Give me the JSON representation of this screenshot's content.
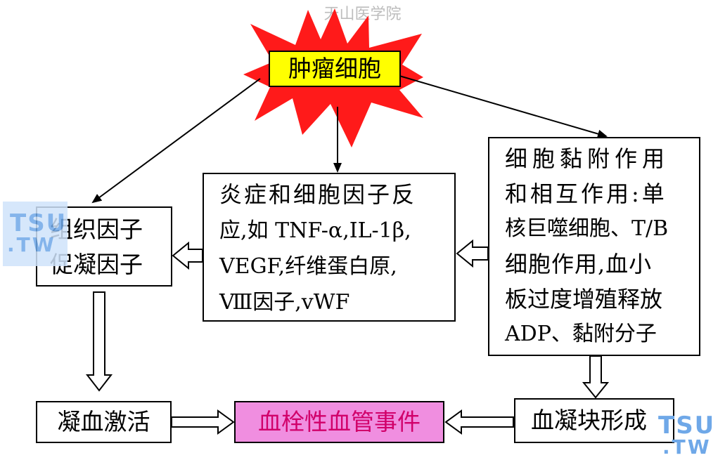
{
  "watermark_top": "天山医学院",
  "logo": {
    "line1": "TSU",
    "line2": ".TW"
  },
  "nodes": {
    "tumor_cells": "肿瘤细胞",
    "tissue_factor": {
      "line1": "组织因子",
      "line2": "促凝因子"
    },
    "inflammation": {
      "line1": "炎症和细胞因子反",
      "line2": "应,如 TNF-α,IL-1β,",
      "line3": "VEGF,纤维蛋白原,",
      "line4": "Ⅷ因子,vWF"
    },
    "adhesion": {
      "line1": "细胞黏附作用",
      "line2": "和相互作用:单",
      "line3": "核巨噬细胞、T/B",
      "line4": "细胞作用,血小",
      "line5": "板过度增殖释放",
      "line6": "ADP、黏附分子"
    },
    "coagulation_activation": "凝血激活",
    "thrombotic_event": "血栓性血管事件",
    "clot_formation": "血凝块形成"
  },
  "colors": {
    "burst": "#ff1a1a",
    "tumor_label_bg": "#ffff00",
    "outcome_bg": "#f08ee0",
    "outcome_text": "#d1006a",
    "watermark_logo": "#6fa8e8"
  }
}
